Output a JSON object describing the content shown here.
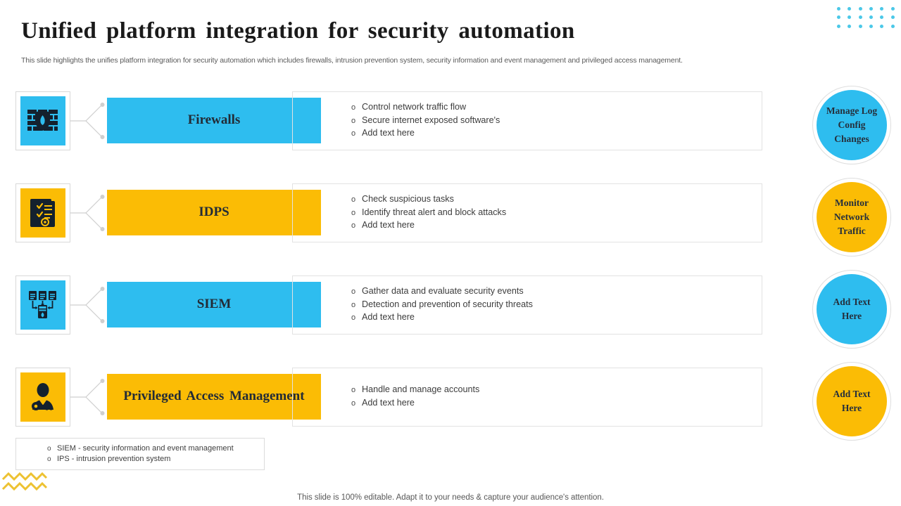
{
  "header": {
    "title": "Unified platform integration for security automation",
    "subtitle": "This slide highlights the unifies platform integration for security automation which includes firewalls, intrusion prevention system, security information and event management and privileged access management."
  },
  "colors": {
    "blue": "#2ebdef",
    "yellow": "#fbbc05",
    "dot_blue": "#4bc8e8",
    "zigzag_yellow": "#edc232",
    "text_dark": "#222b36"
  },
  "rows": [
    {
      "icon_name": "firewall-icon",
      "label": "Firewalls",
      "color": "#2ebdef",
      "bullets": [
        "Control network traffic flow",
        "Secure internet exposed software's",
        "Add text here"
      ]
    },
    {
      "icon_name": "intrusion-detection-document-icon",
      "label": "IDPS",
      "color": "#fbbc05",
      "bullets": [
        "Check suspicious tasks",
        "Identify threat alert and block attacks",
        "Add text here"
      ]
    },
    {
      "icon_name": "siem-server-data-icon",
      "label": "SIEM",
      "color": "#2ebdef",
      "bullets": [
        "Gather data and evaluate security events",
        "Detection and prevention of security threats",
        "Add text here"
      ]
    },
    {
      "icon_name": "privileged-user-key-icon",
      "label": "Privileged Access Management",
      "color": "#fbbc05",
      "bullets": [
        "Handle and manage accounts",
        "Add text here"
      ]
    }
  ],
  "circles": [
    {
      "text": "Manage Log Config Changes",
      "color": "#2ebdef"
    },
    {
      "text": "Monitor Network Traffic",
      "color": "#fbbc05"
    },
    {
      "text": "Add Text Here",
      "color": "#2ebdef"
    },
    {
      "text": "Add Text Here",
      "color": "#fbbc05"
    }
  ],
  "legend": {
    "items": [
      "SIEM  - security information and event management",
      "IPS -   intrusion prevention system"
    ]
  },
  "footer": {
    "note": "This slide is 100% editable. Adapt it to your needs & capture your audience's attention."
  },
  "bullet_marker": "o"
}
